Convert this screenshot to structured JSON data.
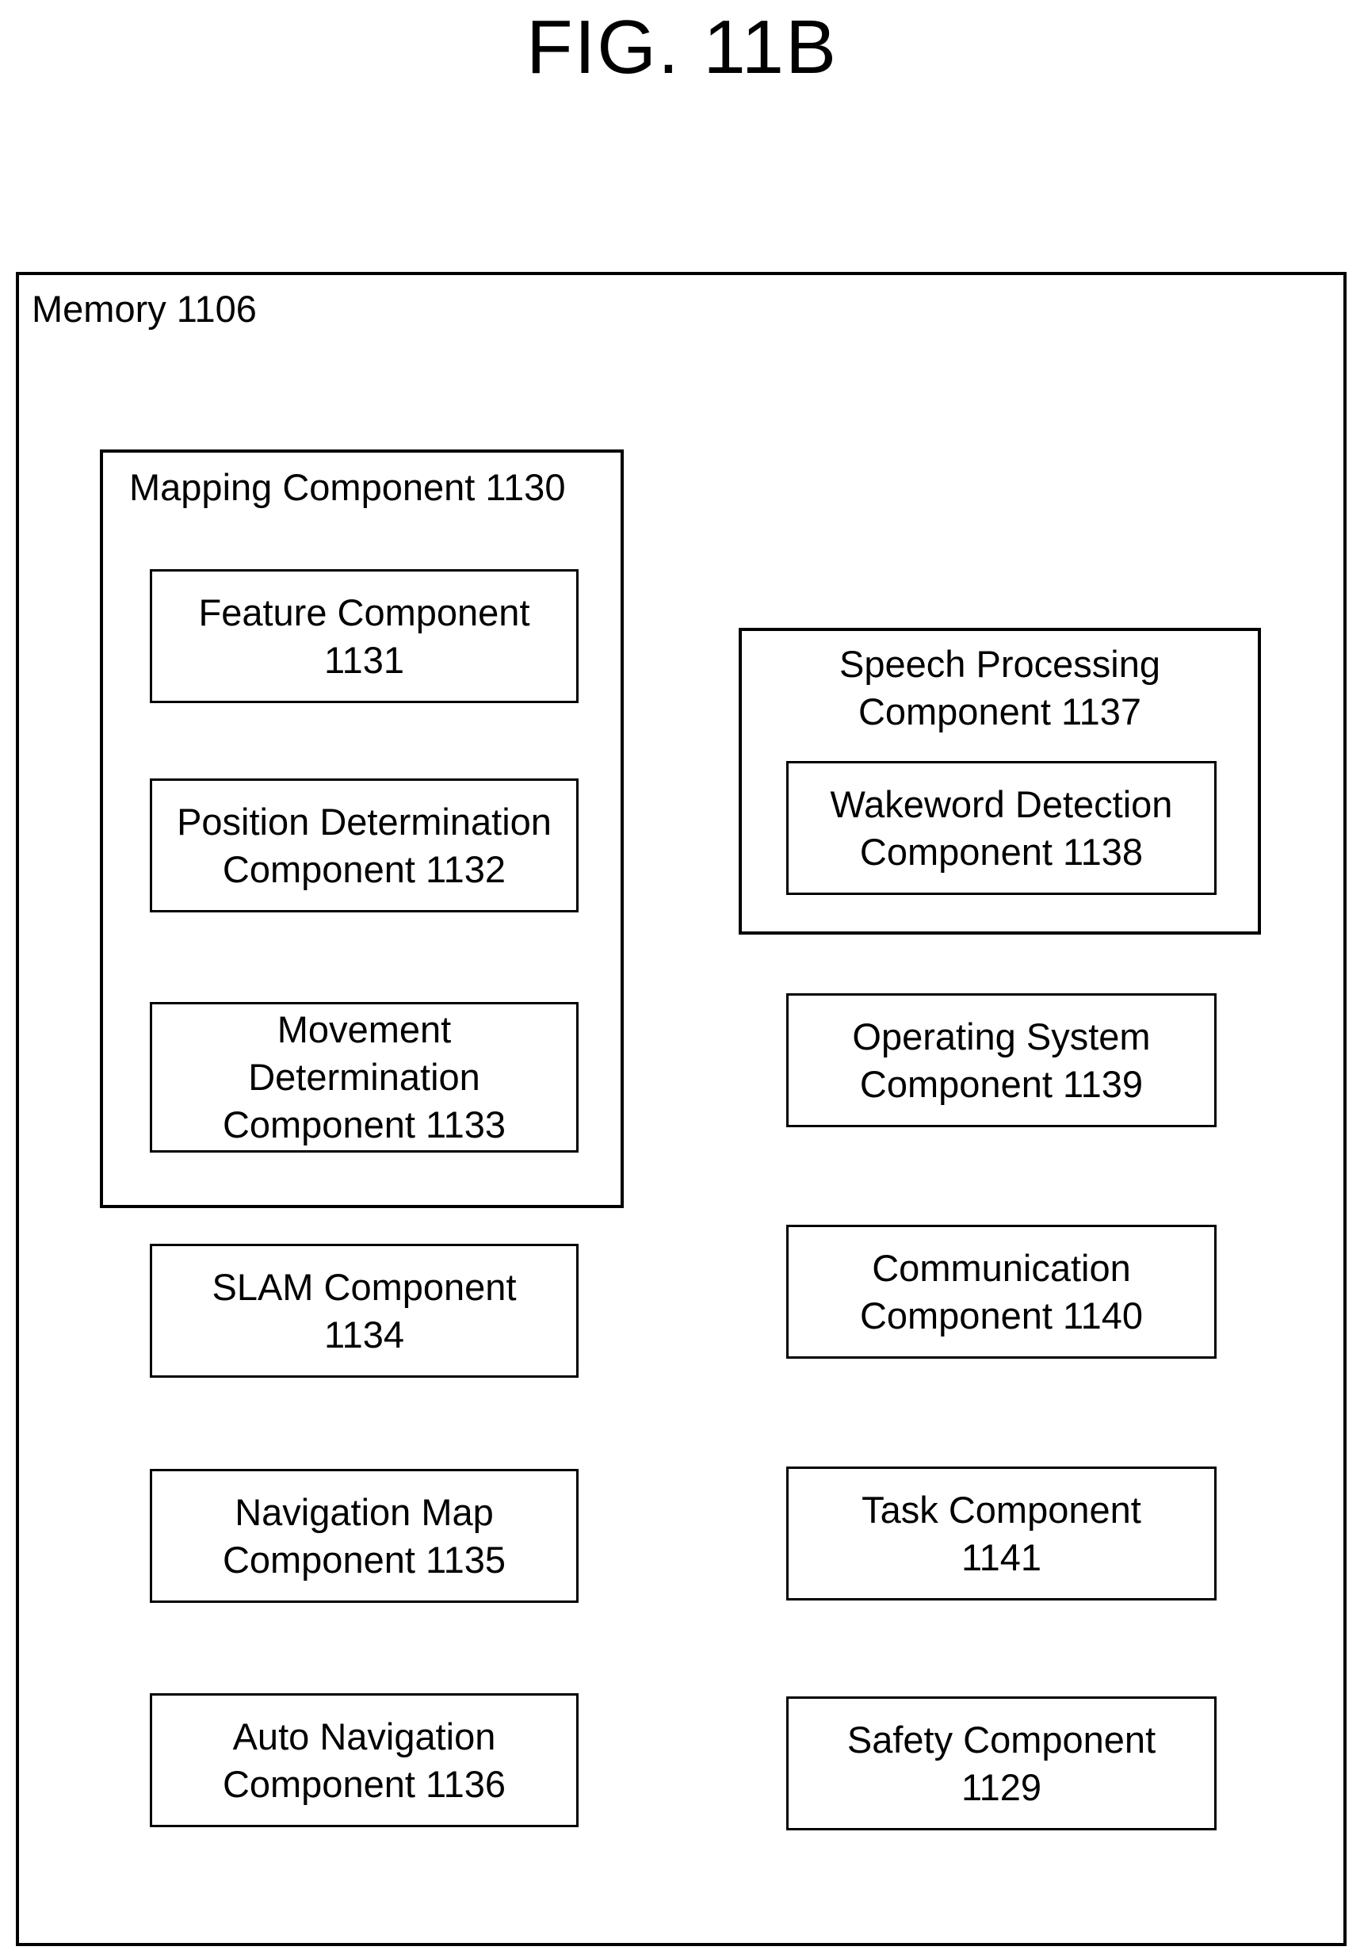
{
  "figure": {
    "title": "FIG. 11B"
  },
  "memory": {
    "label": "Memory 1106"
  },
  "mapping_component": {
    "label": "Mapping Component 1130",
    "feature": "Feature Component\n1131",
    "position": "Position Determination\nComponent 1132",
    "movement": "Movement\nDetermination\nComponent 1133"
  },
  "speech_processing": {
    "label": "Speech Processing\nComponent 1137",
    "wakeword": "Wakeword Detection\nComponent 1138"
  },
  "components": {
    "slam": "SLAM Component\n1134",
    "navigation_map": "Navigation Map\nComponent 1135",
    "auto_navigation": "Auto Navigation\nComponent 1136",
    "operating_system": "Operating System\nComponent 1139",
    "communication": "Communication\nComponent 1140",
    "task": "Task Component\n1141",
    "safety": "Safety Component\n1129"
  }
}
